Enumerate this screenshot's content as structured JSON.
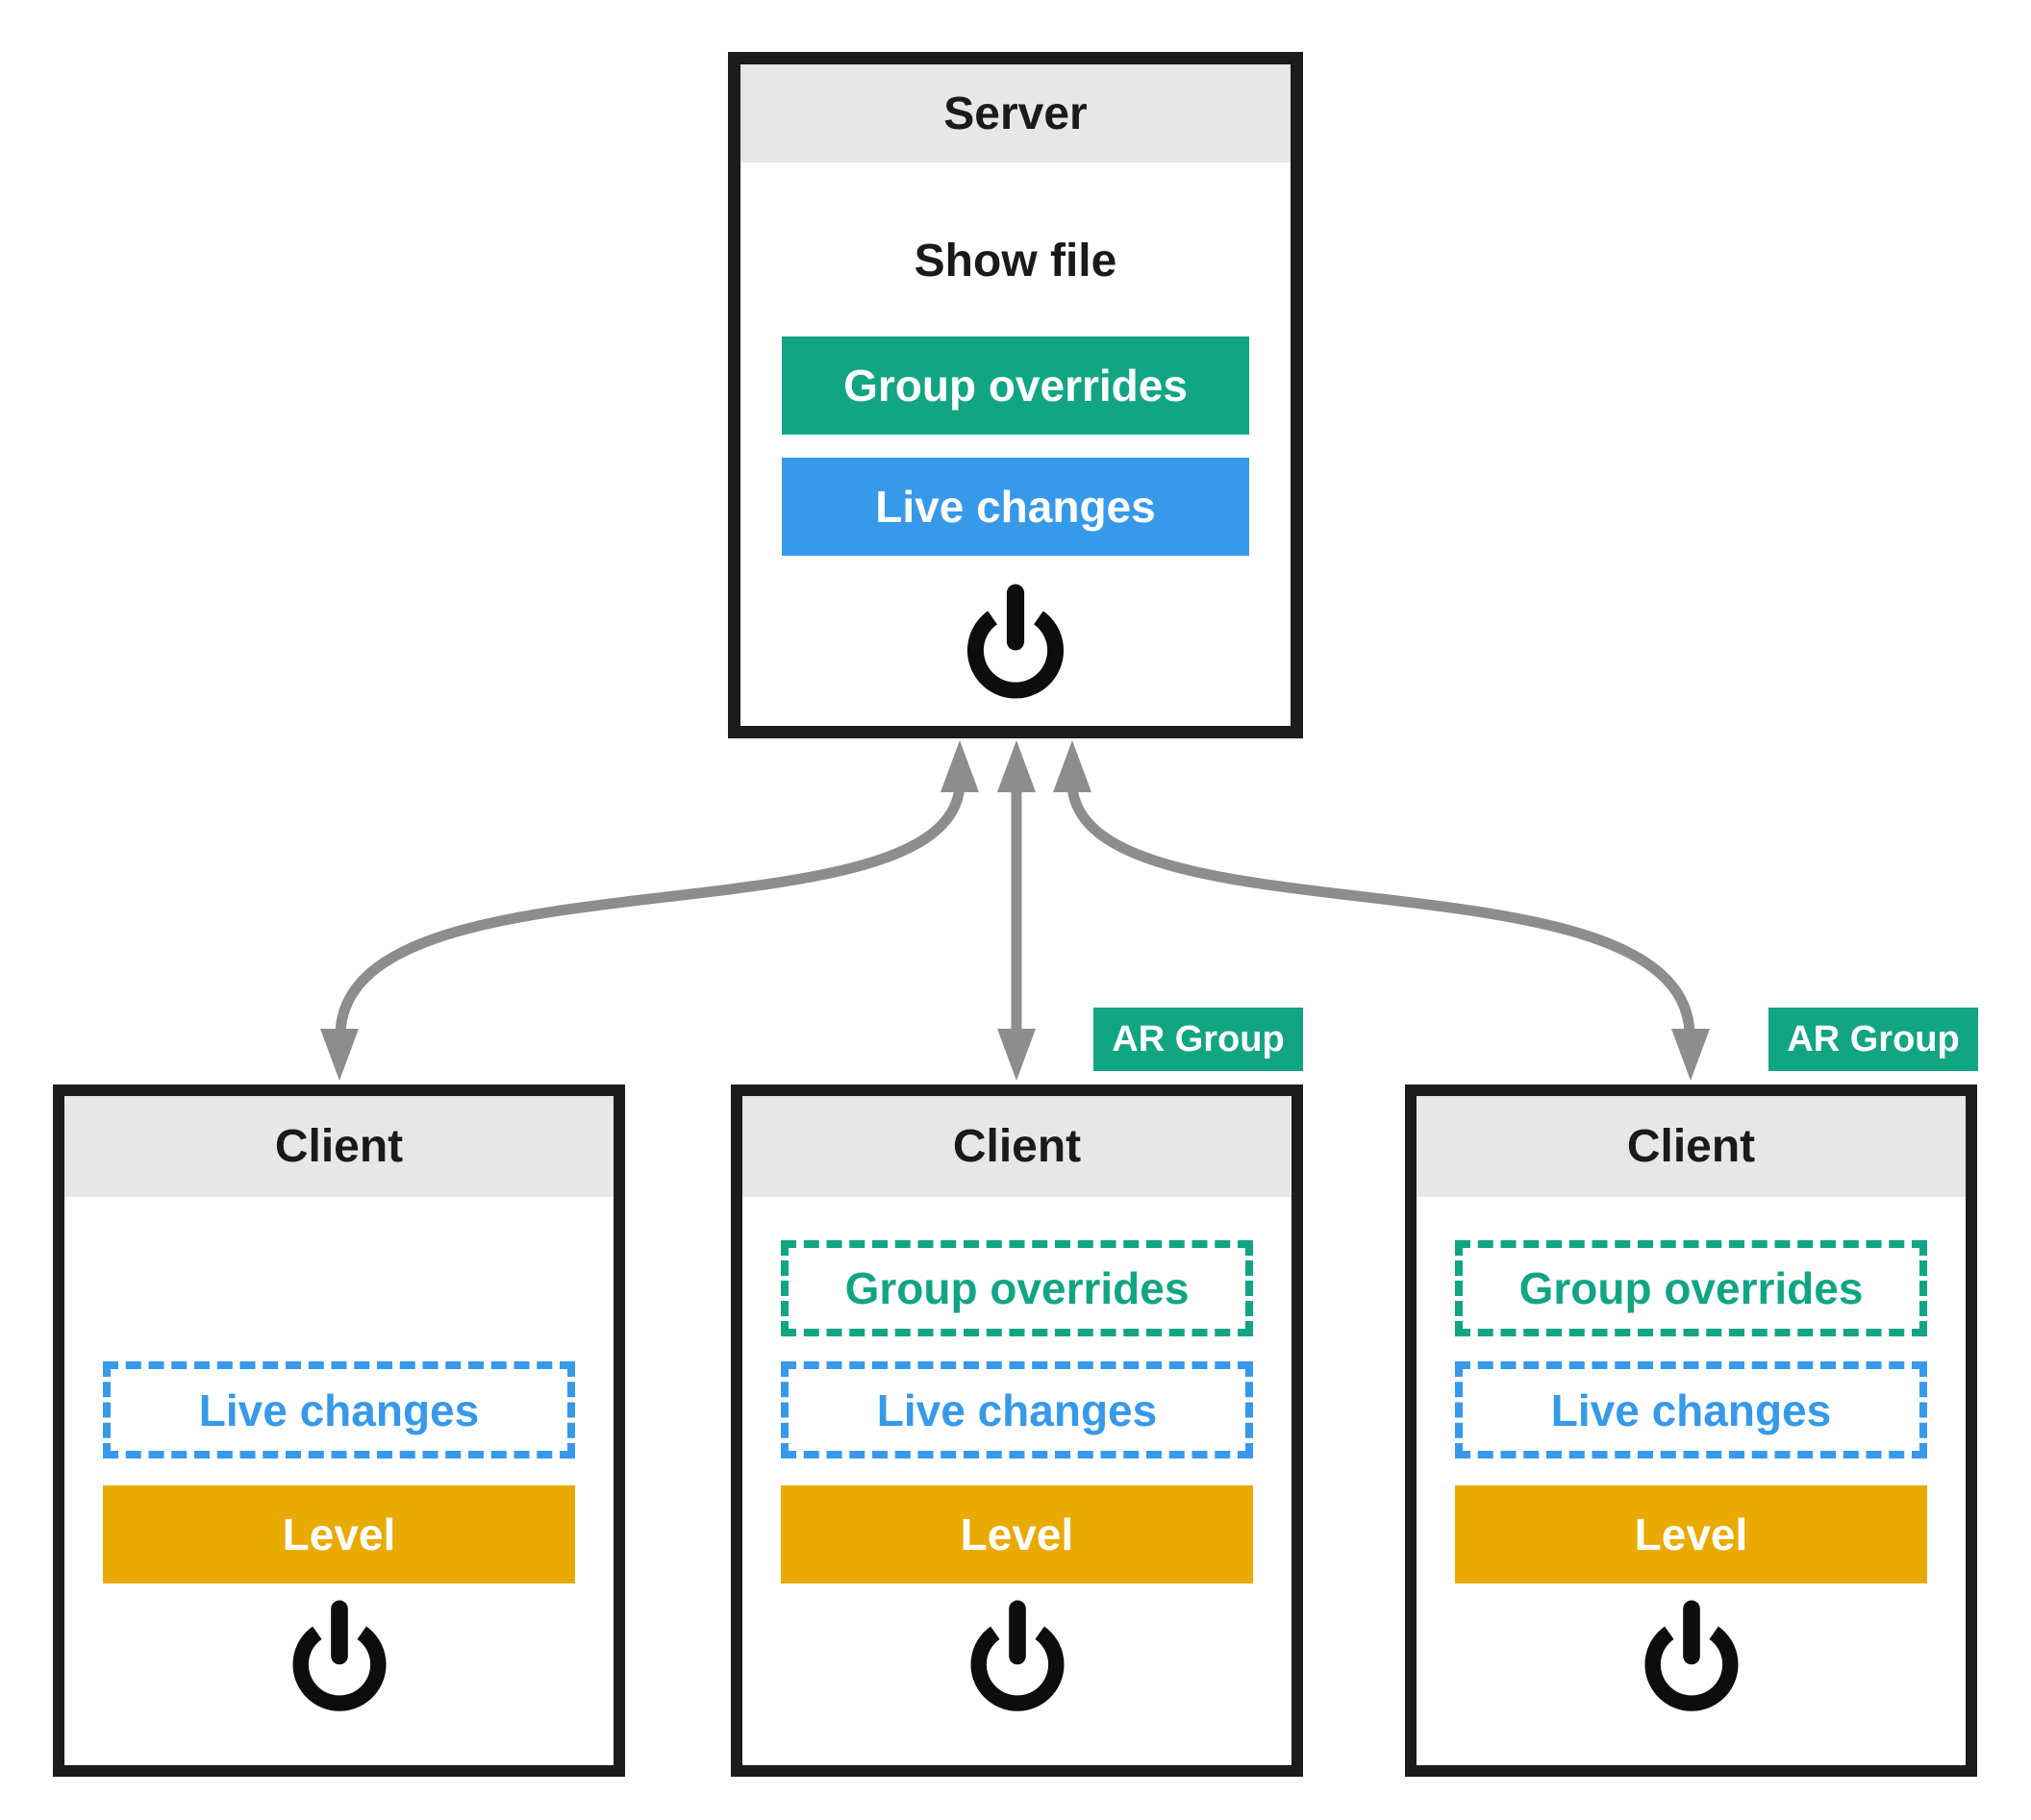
{
  "theme": {
    "green": "#12a584",
    "blue": "#3799ea",
    "orange": "#e9aa02",
    "arrow": "#8d8d8d",
    "header_bg": "#e7e7e7",
    "border": "#1c1c1c",
    "text": "#1a1a1a"
  },
  "server": {
    "title": "Server",
    "show_file_label": "Show file",
    "group_overrides_label": "Group overrides",
    "live_changes_label": "Live changes"
  },
  "clients": [
    {
      "title": "Client",
      "live_changes_label": "Live changes",
      "level_label": "Level"
    },
    {
      "title": "Client",
      "badge_label": "AR Group",
      "group_overrides_label": "Group overrides",
      "live_changes_label": "Live changes",
      "level_label": "Level"
    },
    {
      "title": "Client",
      "badge_label": "AR Group",
      "group_overrides_label": "Group overrides",
      "live_changes_label": "Live changes",
      "level_label": "Level"
    }
  ],
  "icons": {
    "power": "power-icon"
  }
}
